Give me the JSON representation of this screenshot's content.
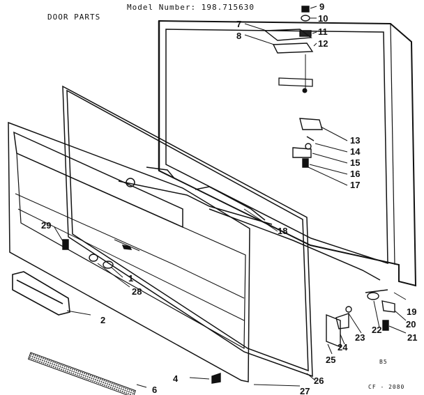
{
  "header": {
    "model_label": "Model Number: 198.715630",
    "section_title": "DOOR PARTS"
  },
  "footer": {
    "code_b5": "B5",
    "drawing_code": "CF - 2080"
  },
  "callouts": {
    "p1": "1",
    "p2": "2",
    "p4": "4",
    "p6": "6",
    "p7": "7",
    "p8": "8",
    "p9": "9",
    "p10": "10",
    "p11": "11",
    "p12": "12",
    "p13": "13",
    "p14": "14",
    "p15": "15",
    "p16": "16",
    "p17": "17",
    "p18": "18",
    "p19": "19",
    "p20": "20",
    "p21": "21",
    "p22": "22",
    "p23": "23",
    "p24": "24",
    "p25": "25",
    "p26": "26",
    "p27": "27",
    "p28": "28",
    "p29": "29"
  }
}
